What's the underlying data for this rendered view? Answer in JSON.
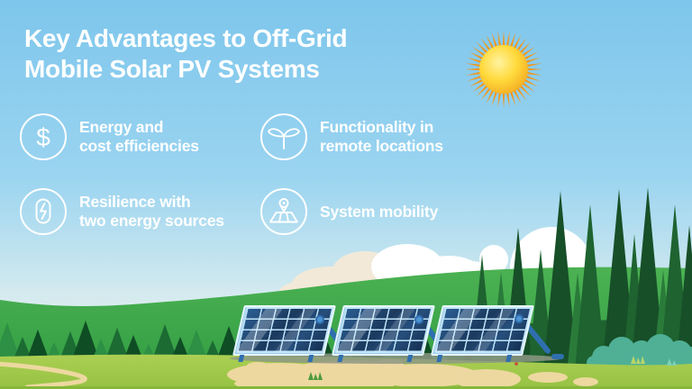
{
  "title": {
    "line1": "Key Advantages to Off-Grid",
    "line2": "Mobile Solar PV Systems"
  },
  "features": [
    {
      "icon": "dollar-icon",
      "line1": "Energy and",
      "line2": "cost efficiencies"
    },
    {
      "icon": "seedling-icon",
      "line1": "Functionality in",
      "line2": "remote locations"
    },
    {
      "icon": "battery-bolt-icon",
      "line1": "Resilience with",
      "line2": "two energy sources"
    },
    {
      "icon": "map-pin-icon",
      "line1": "System mobility",
      "line2": ""
    }
  ],
  "scene": {
    "sun": "sun",
    "clouds": "clouds",
    "pine_forest": "pine-forest",
    "solar_panels_count": 3
  },
  "colors": {
    "sky-top": "#7EC6EC",
    "sky-horizon": "#DCEDEF",
    "hill-light": "#4CB253",
    "hill-dark": "#2F9B41",
    "forest-darkest": "#174F28",
    "forest-dark": "#1E6330",
    "forest-mid": "#2A7B3A",
    "smalltree-a": "#2D9044",
    "smalltree-b": "#1B6B33",
    "smalltree-c": "#0F4D24",
    "bush-teal": "#4FB096",
    "bush-teal-light": "#7FD0B3",
    "grass-light": "#ABCF52",
    "grass-dark": "#96C243",
    "grass-strip": "#86B73B",
    "sand": "#EDD8A0",
    "panel-frame": "#C4E7FA",
    "panel-cell": "#1C3A5E",
    "panel-cell-light": "#2B5E93",
    "panel-grid": "#BFE4F9",
    "panel-support": "#2F6FB0",
    "panel-joint": "#4F93D1",
    "cloud-white": "#FFFFFF",
    "cloud-cream": "#F2E9D8",
    "sun-core": "#FFE14D",
    "sun-edge": "#F2A51F",
    "sun-ray": "#F0981C",
    "sun-highlight": "#FFF3A0",
    "shadow": "#8E9885",
    "title-text": "#FFFFFF"
  }
}
